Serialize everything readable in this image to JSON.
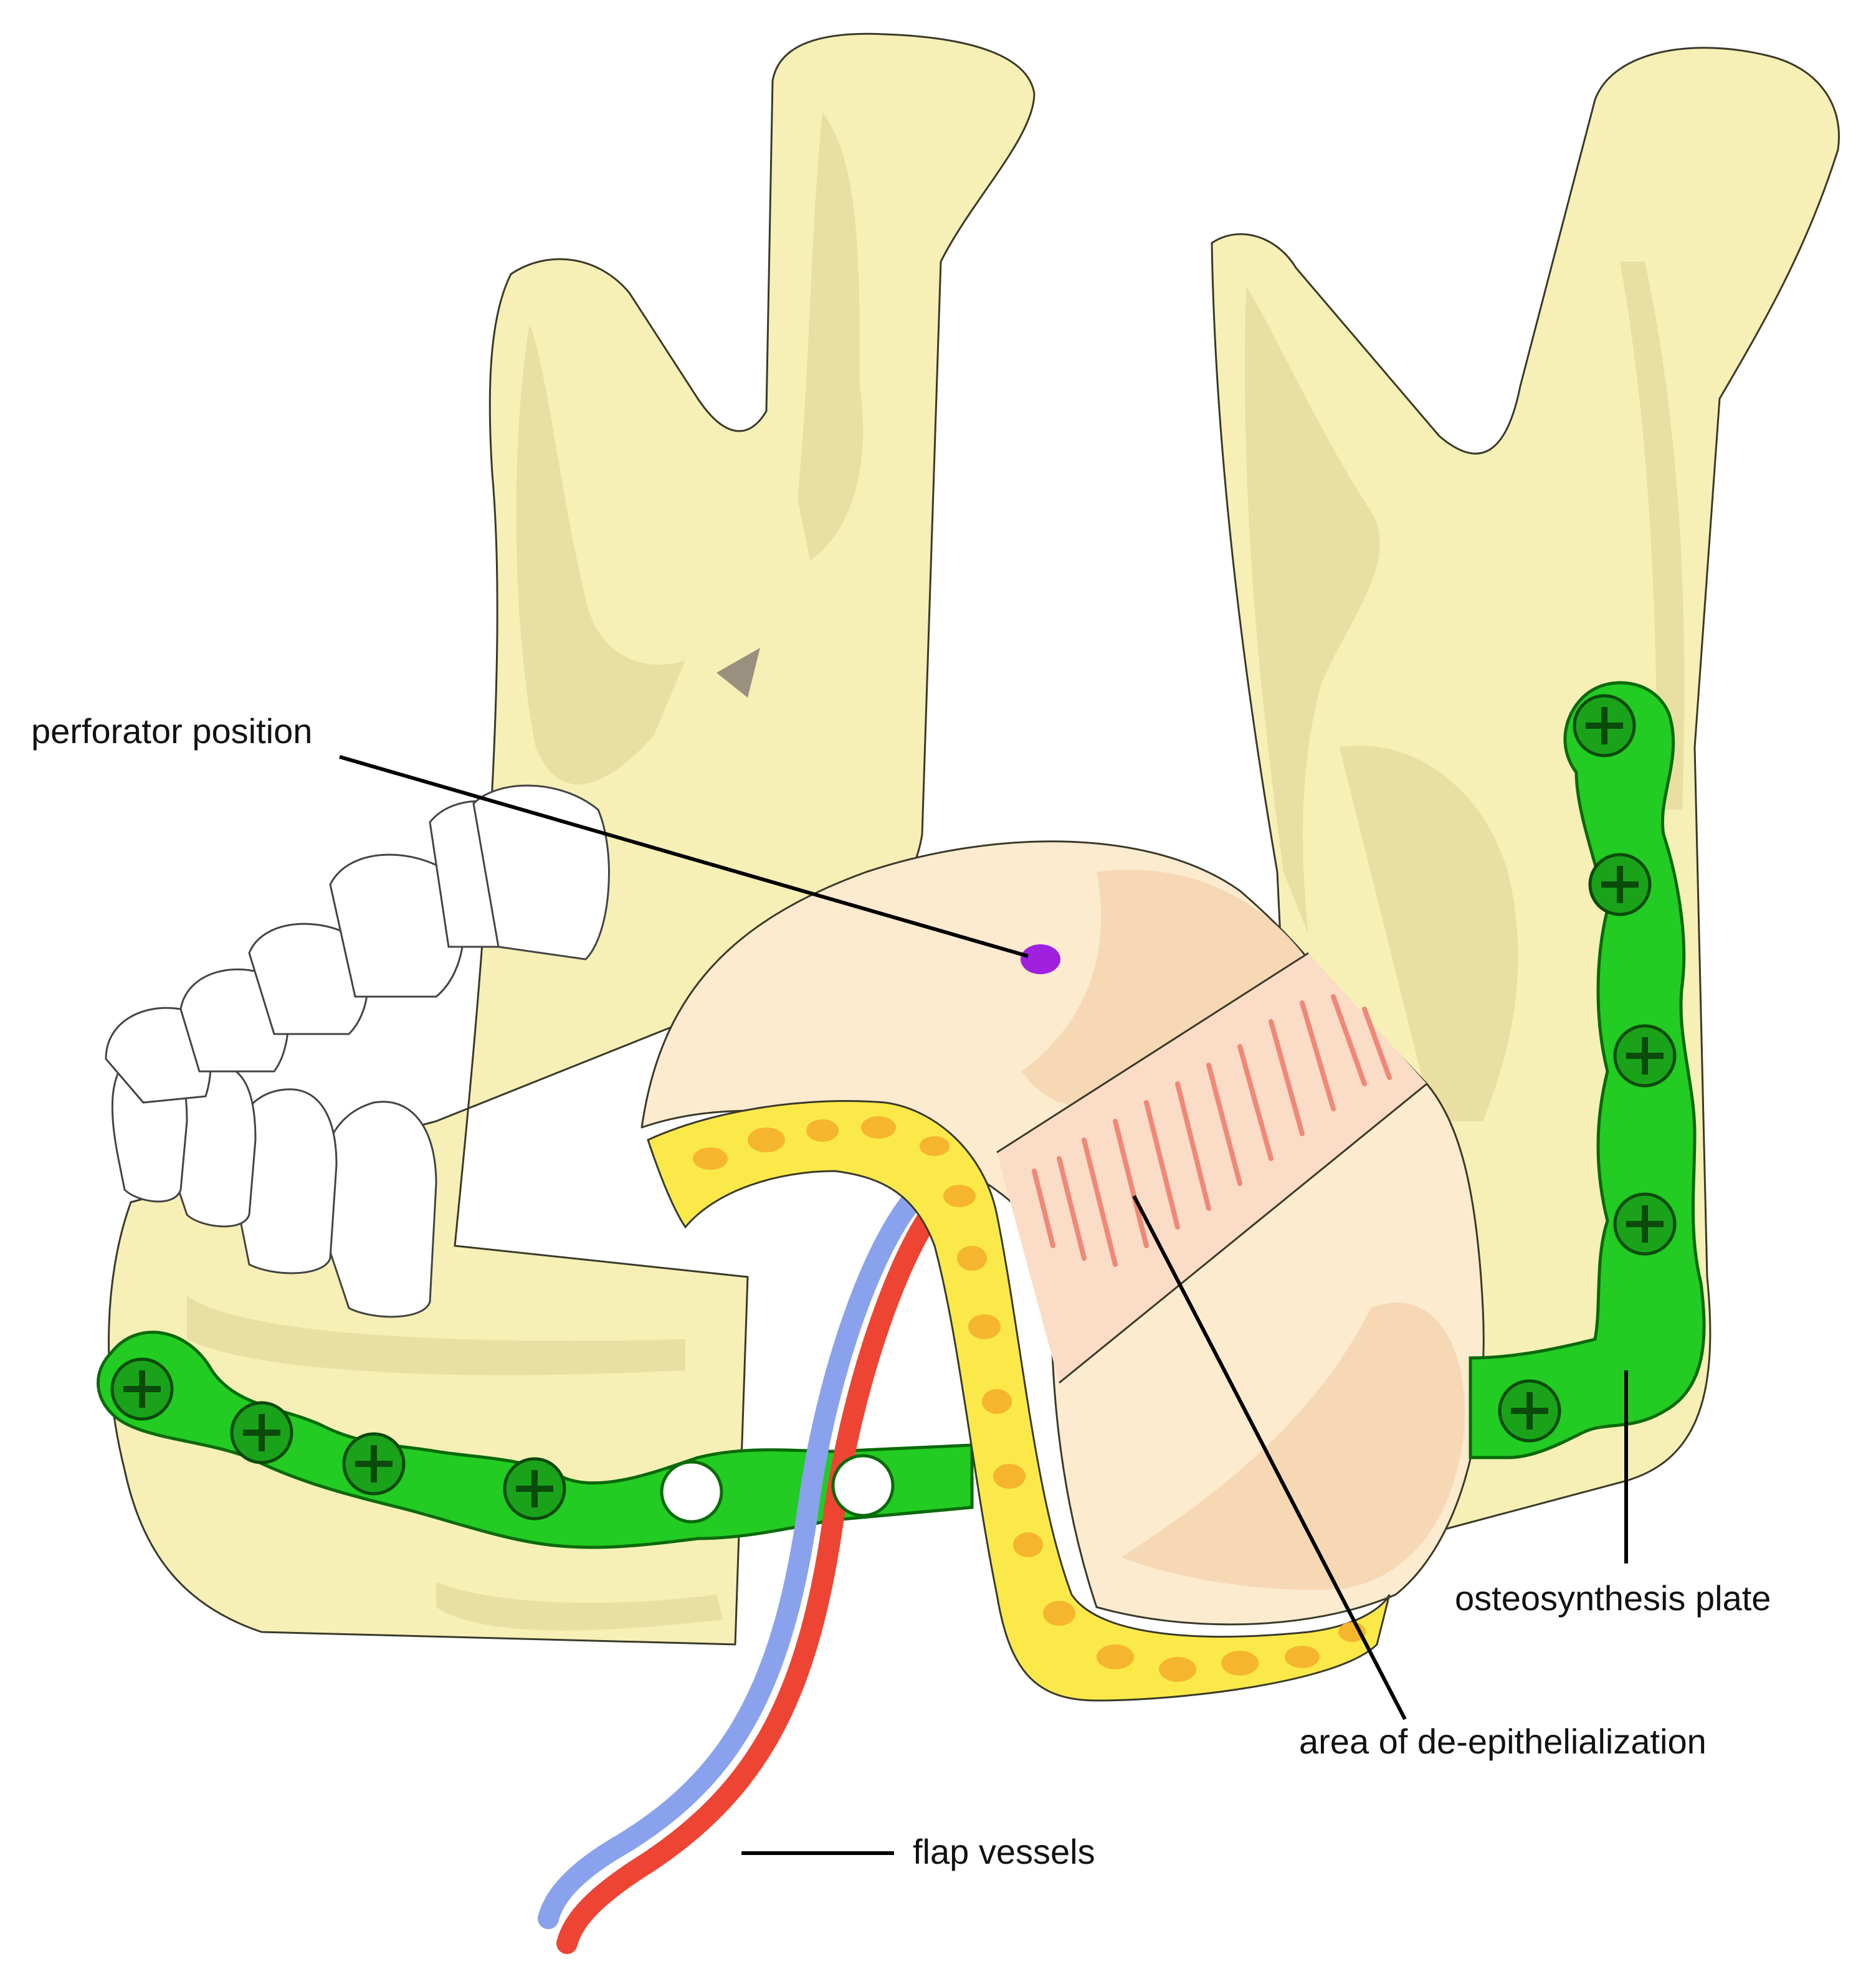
{
  "labels": {
    "perforator": "perforator position",
    "deepithelialization": "area of de-epithelialization",
    "plate": "osteosynthesis plate",
    "vessels": "flap vessels"
  },
  "colors": {
    "bone": "#f6f0b6",
    "bone_shade": "#e9dfa2",
    "plate": "#22cc22",
    "plate_dark": "#0a6a0a",
    "skin_paddle": "#fdebd0",
    "fibula_bone": "#fbe94a",
    "marrow": "#f6b52e",
    "vein": "#8aa2ee",
    "artery": "#ee4433",
    "perforator": "#a020e0",
    "deepithelialized_stripes": "#f08878"
  }
}
